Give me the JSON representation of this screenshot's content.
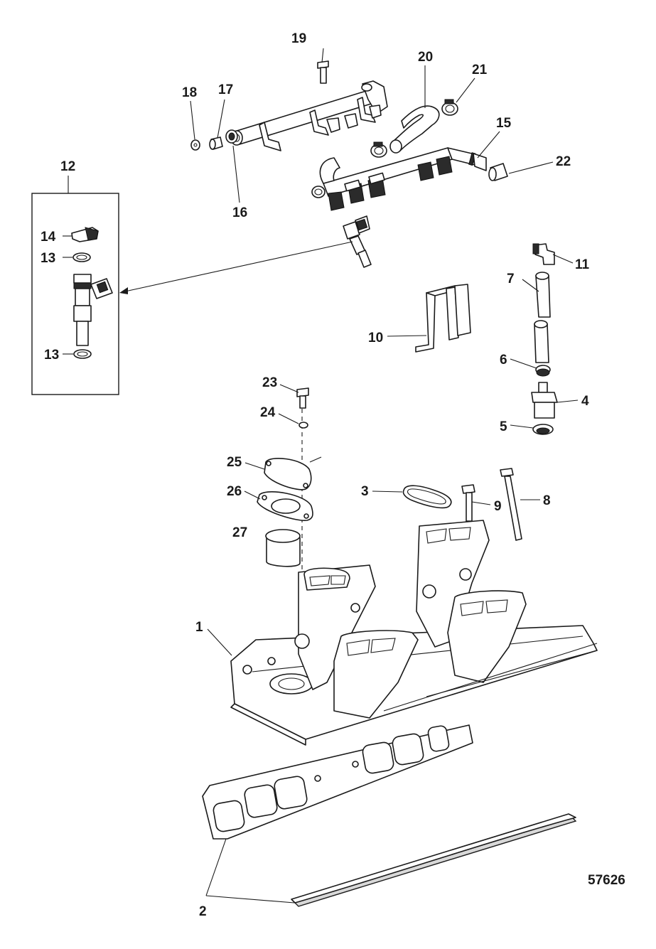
{
  "diagram": {
    "figure_number": "57626",
    "callouts": {
      "c1": "1",
      "c2": "2",
      "c3": "3",
      "c4": "4",
      "c5": "5",
      "c6": "6",
      "c7": "7",
      "c8": "8",
      "c9": "9",
      "c10": "10",
      "c11": "11",
      "c12": "12",
      "c13a": "13",
      "c13b": "13",
      "c14": "14",
      "c15": "15",
      "c16": "16",
      "c17": "17",
      "c18": "18",
      "c19": "19",
      "c20": "20",
      "c21": "21",
      "c22": "22",
      "c23": "23",
      "c24": "24",
      "c25": "25",
      "c26": "26",
      "c27": "27"
    }
  }
}
